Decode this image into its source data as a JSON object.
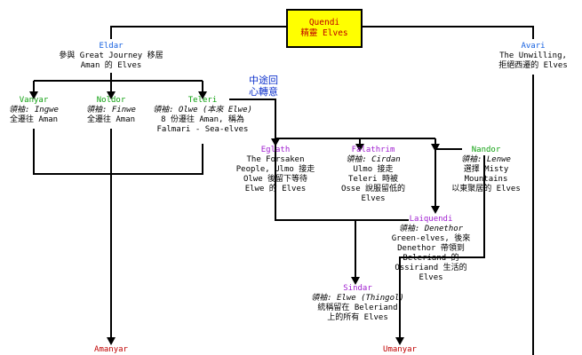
{
  "colors": {
    "blue": "#1560e0",
    "green": "#10a010",
    "purple": "#a020d0",
    "red": "#c00000",
    "note": "#1033cc",
    "root_fill": "#ffff00"
  },
  "root": {
    "line1": "Quendi",
    "line2": "精靈 Elves"
  },
  "eldar": {
    "name": "Eldar",
    "desc1": "參與 Great Journey 移居",
    "desc2": "Aman 的 Elves"
  },
  "avari": {
    "name": "Avari",
    "desc1": "The Unwilling,",
    "desc2": "拒絕西遷的 Elves"
  },
  "note": {
    "line1": "中途回",
    "line2": "心轉意"
  },
  "vanyar": {
    "name": "Vanyar",
    "lead": "領袖: Ingwe",
    "desc": "全遷往 Aman"
  },
  "noldor": {
    "name": "Noldor",
    "lead": "領袖: Finwe",
    "desc": "全遷往 Aman"
  },
  "teleri": {
    "name": "Teleri",
    "lead": "領袖: Olwe (本來 Elwe)",
    "desc1": "8 份遷往 Aman, 稱為",
    "desc2": "Falmari - Sea-elves"
  },
  "eglath": {
    "name": "Eglath",
    "desc1": "The Forsaken",
    "desc2": "People, Ulmo 接走",
    "desc3": "Olwe 後留下等待",
    "desc4": "Elwe 的 Elves"
  },
  "falathrim": {
    "name": "Falathrim",
    "lead": "領袖: Cirdan",
    "desc1": "Ulmo 接走",
    "desc2": "Teleri 時被",
    "desc3": "Osse 說服留低的",
    "desc4": "Elves"
  },
  "nandor": {
    "name": "Nandor",
    "lead": "領袖: Lenwe",
    "desc1": "選擇 Misty",
    "desc2": "Mountains",
    "desc3": "以東聚居的 Elves"
  },
  "laiquendi": {
    "name": "Laiquendi",
    "lead": "領袖: Denethor",
    "desc1": "Green-elves, 後來",
    "desc2": "Denethor 帶領到",
    "desc3": "Beleriand 的",
    "desc4": "Ossiriand 生活的",
    "desc5": "Elves"
  },
  "sindar": {
    "name": "Sindar",
    "lead": "領袖: Elwe (Thingol)",
    "desc1": "統稱留在 Beleriand",
    "desc2": "上的所有 Elves"
  },
  "amanyar": {
    "name": "Amanyar"
  },
  "umanyar": {
    "name": "Umanyar"
  }
}
